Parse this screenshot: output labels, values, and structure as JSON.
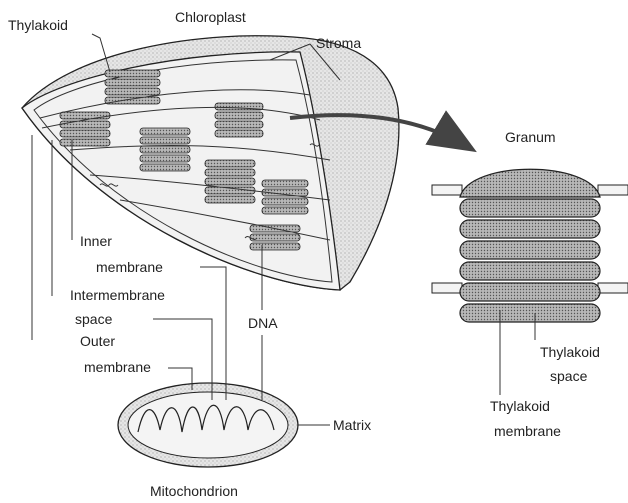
{
  "labels": {
    "chloroplast": "Chloroplast",
    "thylakoid": "Thylakoid",
    "stroma": "Stroma",
    "granum": "Granum",
    "inner_membrane_1": "Inner",
    "inner_membrane_2": "membrane",
    "intermembrane_space_1": "Intermembrane",
    "intermembrane_space_2": "space",
    "outer_membrane_1": "Outer",
    "outer_membrane_2": "membrane",
    "dna": "DNA",
    "matrix": "Matrix",
    "mitochondrion": "Mitochondrion",
    "thylakoid_space_1": "Thylakoid",
    "thylakoid_space_2": "space",
    "thylakoid_membrane_1": "Thylakoid",
    "thylakoid_membrane_2": "membrane"
  },
  "colors": {
    "stipple_fill": "#d4d4d4",
    "dark_fill": "#8a8a8a",
    "arrow": "#444444"
  }
}
